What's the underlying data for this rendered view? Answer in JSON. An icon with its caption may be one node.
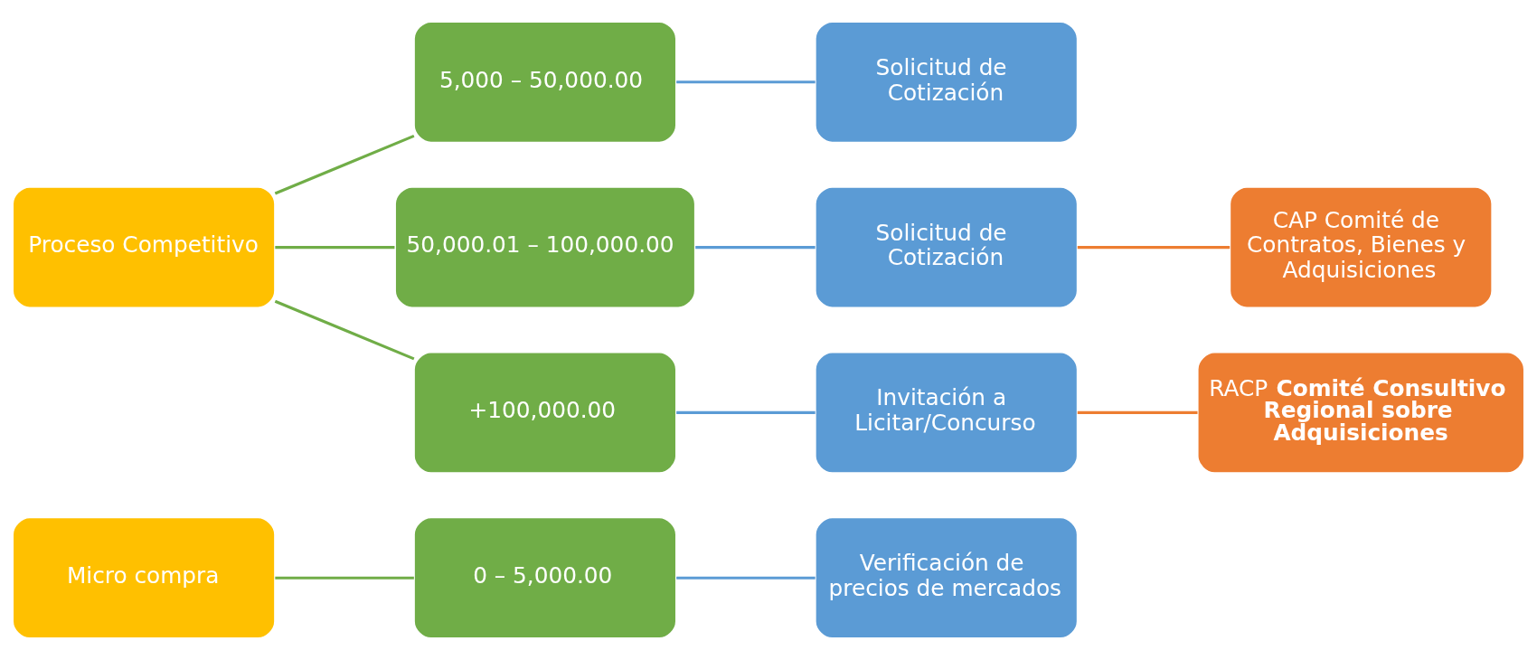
{
  "diagram": {
    "nodes": [
      {
        "text": [
          "Micro compra"
        ]
      },
      {
        "text": [
          "0 – 5,000.00"
        ]
      },
      {
        "text": [
          "Verificación de precios de mercados"
        ]
      },
      {
        "text": [
          "Proceso Competitivo"
        ]
      },
      {
        "text": [
          "5,000 – 50,000.00"
        ]
      },
      {
        "text": [
          "Solicitud de Cotización"
        ]
      },
      {
        "text": [
          "50,000.01 – 100,000.00"
        ]
      },
      {
        "text": [
          "Solicitud de Cotización"
        ]
      },
      {
        "text": [
          "CAP Comité de Contratos, Bienes y Adquisiciones"
        ]
      },
      {
        "text": [
          "+100,000.00"
        ]
      },
      {
        "text": [
          "Invitación a Licitar/Concurso"
        ]
      },
      {
        "text": [
          "RACP **Comité Consultivo Regional sobre Adquisiciones**"
        ]
      }
    ],
    "edges": [
      {
        "from": 0,
        "to": 1,
        "arrow": "none",
        "color": "#70ad47"
      },
      {
        "from": 1,
        "to": 2,
        "arrow": "none",
        "color": "#5b9bd5"
      },
      {
        "from": 3,
        "to": 4,
        "arrow": "none",
        "color": "#70ad47"
      },
      {
        "from": 3,
        "to": 6,
        "arrow": "none",
        "color": "#70ad47"
      },
      {
        "from": 3,
        "to": 9,
        "arrow": "none",
        "color": "#70ad47"
      },
      {
        "from": 4,
        "to": 5,
        "arrow": "none",
        "color": "#5b9bd5"
      },
      {
        "from": 6,
        "to": 7,
        "arrow": "none",
        "color": "#5b9bd5"
      },
      {
        "from": 7,
        "to": 8,
        "arrow": "none",
        "color": "#ed7d31"
      },
      {
        "from": 9,
        "to": 10,
        "arrow": "none",
        "color": "#5b9bd5"
      },
      {
        "from": 10,
        "to": 11,
        "arrow": "none",
        "color": "#ed7d31"
      }
    ]
  }
}
